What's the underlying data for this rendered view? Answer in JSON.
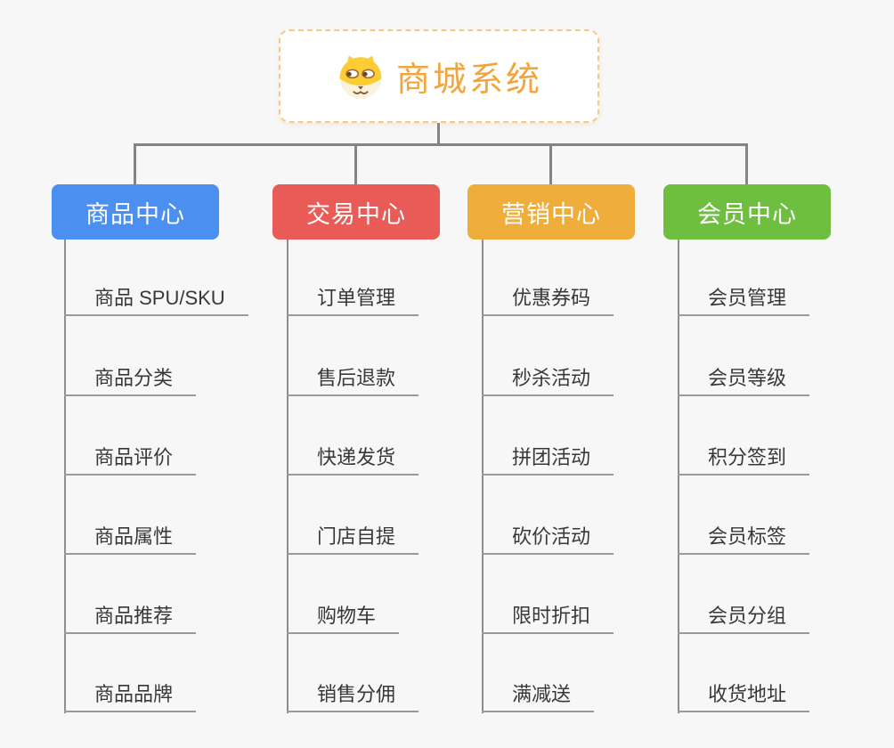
{
  "page": {
    "background": "#f7f7f7",
    "connector_color": "#848484",
    "line_color": "#9a9a9a",
    "item_text_color": "#383838"
  },
  "root": {
    "title": "商城系统",
    "icon": "dog-face-icon",
    "text_color": "#f1a53c",
    "border_color": "#f6c887"
  },
  "branches": [
    {
      "label": "商品中心",
      "color": "#4b8ff0",
      "items": [
        "商品 SPU/SKU",
        "商品分类",
        "商品评价",
        "商品属性",
        "商品推荐",
        "商品品牌"
      ]
    },
    {
      "label": "交易中心",
      "color": "#e95b56",
      "items": [
        "订单管理",
        "售后退款",
        "快递发货",
        "门店自提",
        "购物车",
        "销售分佣"
      ]
    },
    {
      "label": "营销中心",
      "color": "#efae3c",
      "items": [
        "优惠券码",
        "秒杀活动",
        "拼团活动",
        "砍价活动",
        "限时折扣",
        "满减送"
      ]
    },
    {
      "label": "会员中心",
      "color": "#6ebe40",
      "items": [
        "会员管理",
        "会员等级",
        "积分签到",
        "会员标签",
        "会员分组",
        "收货地址"
      ]
    }
  ]
}
